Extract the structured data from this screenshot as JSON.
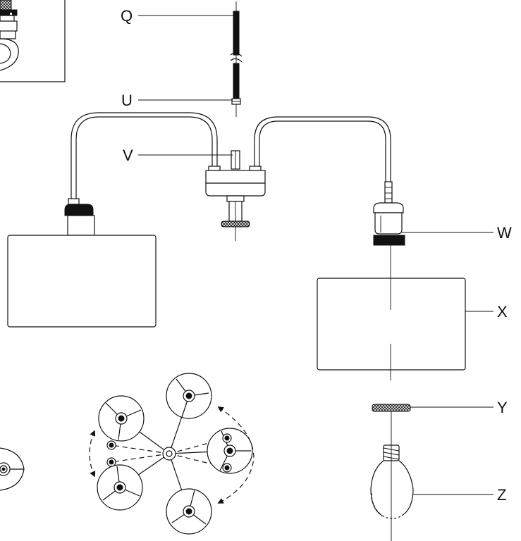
{
  "callouts": {
    "Q": "Q",
    "U": "U",
    "V": "V",
    "W": "W",
    "X": "X",
    "Y": "Y",
    "Z": "Z"
  },
  "colors": {
    "ink": "#111111",
    "paper": "#ffffff"
  }
}
